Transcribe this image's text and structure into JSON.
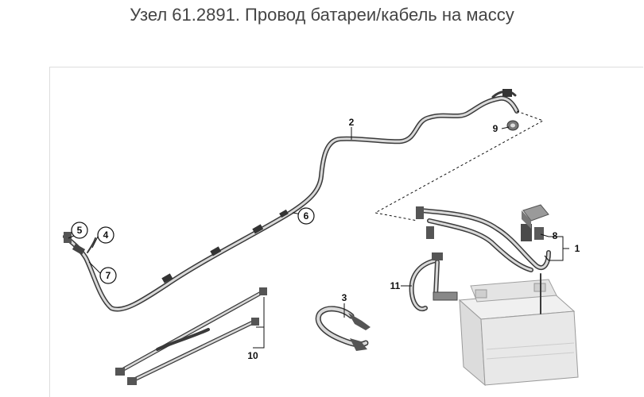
{
  "title": "Узел 61.2891. Провод батареи/кабель на массу",
  "callouts": {
    "c1": "1",
    "c2": "2",
    "c3": "3",
    "c4": "4",
    "c5": "5",
    "c6": "6",
    "c7": "7",
    "c8": "8",
    "c9": "9",
    "c10": "10",
    "c11": "11"
  },
  "colors": {
    "wire_outline": "#3a3a3a",
    "wire_fill": "#d9d9d9",
    "battery": "#e6e6e6"
  }
}
